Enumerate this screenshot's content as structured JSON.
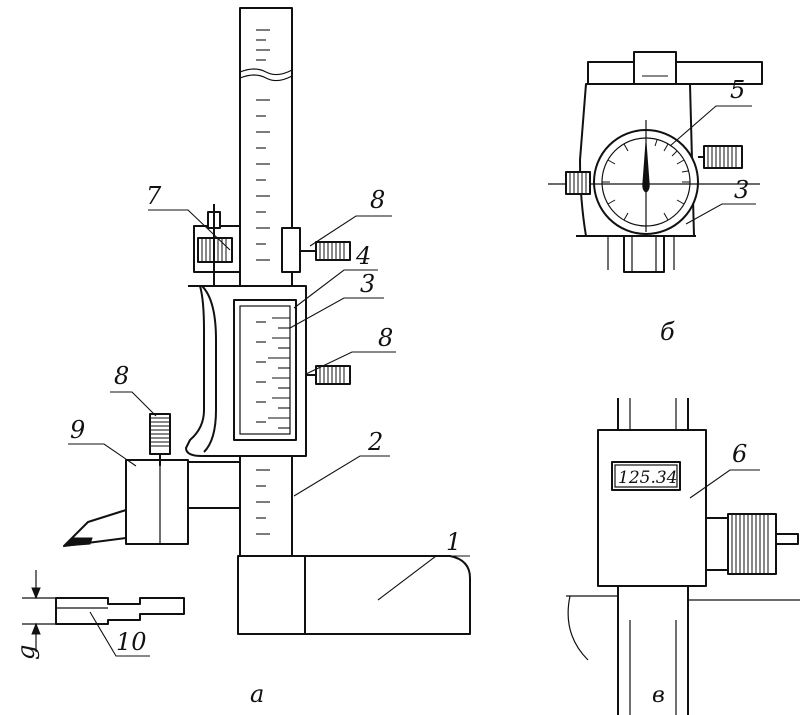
{
  "figure": {
    "panels": [
      {
        "id": "a",
        "caption": "а"
      },
      {
        "id": "b",
        "caption": "б"
      },
      {
        "id": "v",
        "caption": "в"
      }
    ],
    "callouts": {
      "c1": "1",
      "c2": "2",
      "c3a": "3",
      "c4": "4",
      "c7": "7",
      "c8a": "8",
      "c8b": "8",
      "c8c": "8",
      "c9": "9",
      "c10": "10",
      "c5": "5",
      "c3b": "3",
      "c6": "6"
    },
    "dimension_label": "g",
    "digital_readout": "125.34"
  }
}
